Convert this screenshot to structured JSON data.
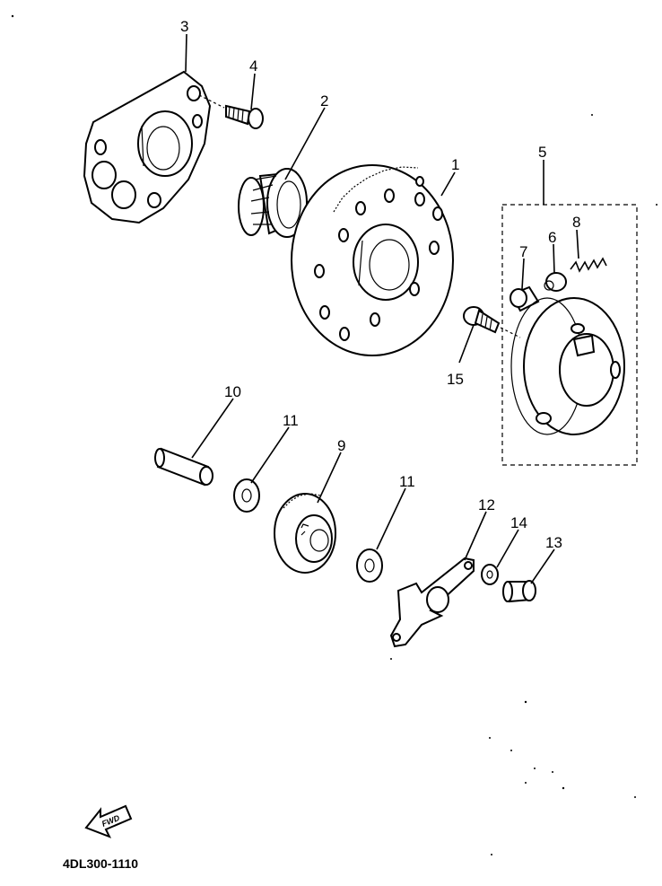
{
  "diagram": {
    "drawing_code": "4DL300-1110",
    "direction_marker": "FWD",
    "callouts": {
      "p1": "1",
      "p2": "2",
      "p3": "3",
      "p4": "4",
      "p5": "5",
      "p6": "6",
      "p7": "7",
      "p8": "8",
      "p9": "9",
      "p10": "10",
      "p11a": "11",
      "p11b": "11",
      "p12": "12",
      "p13": "13",
      "p14": "14",
      "p15": "15"
    }
  }
}
